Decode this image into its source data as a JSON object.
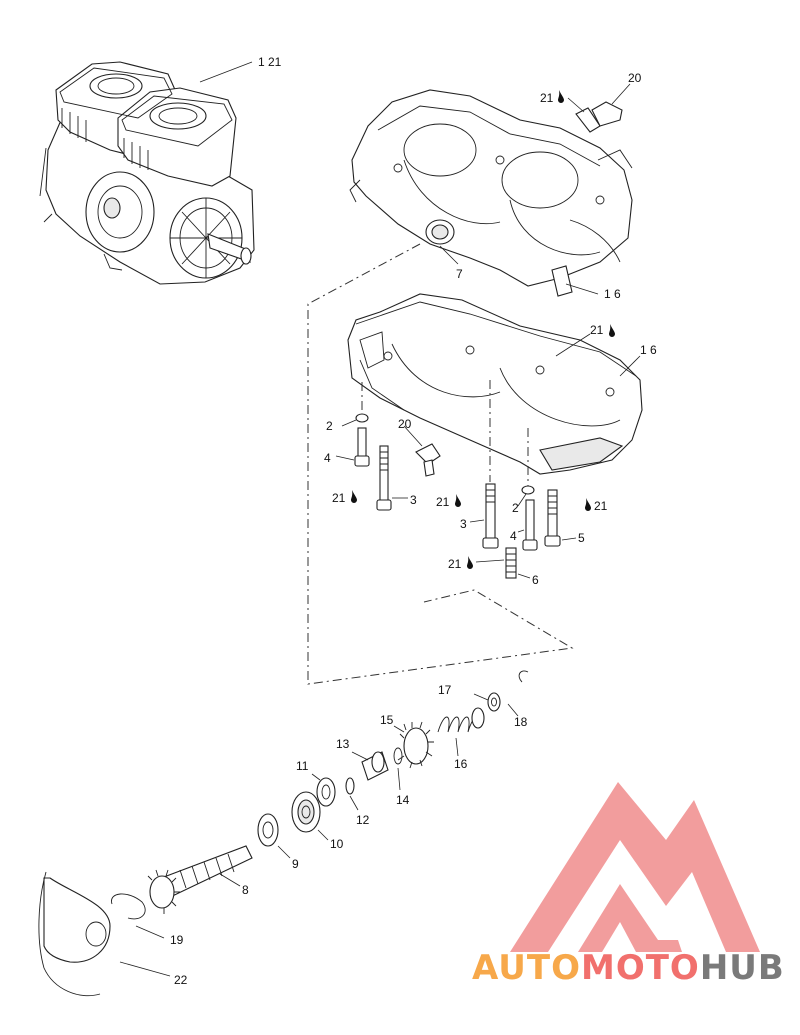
{
  "callouts": {
    "c1_21": "1  21",
    "c20_top": "20",
    "c21_top": "21",
    "c7": "7",
    "c1_6_top": "1  6",
    "c21_mid": "21",
    "c1_6_mid": "1  6",
    "c2_left": "2",
    "c20_mid": "20",
    "c4_left": "4",
    "c21_l": "21",
    "c3_l": "3",
    "c21_c": "21",
    "c3_c": "3",
    "c2_r": "2",
    "c21_r": "21",
    "c4_r": "4",
    "c5": "5",
    "c21_b": "21",
    "c6": "6",
    "c17": "17",
    "c18": "18",
    "c15": "15",
    "c16": "16",
    "c13": "13",
    "c14": "14",
    "c11": "11",
    "c12": "12",
    "c10": "10",
    "c9": "9",
    "c8": "8",
    "c19": "19",
    "c22": "22"
  },
  "watermark": {
    "part1": "AUTO",
    "part2": "MOTO",
    "part3": "HUB",
    "color1": "#f7a84a",
    "color2": "#f1706d",
    "color3": "#7a7a7a",
    "logo_color": "#f08c8c"
  }
}
